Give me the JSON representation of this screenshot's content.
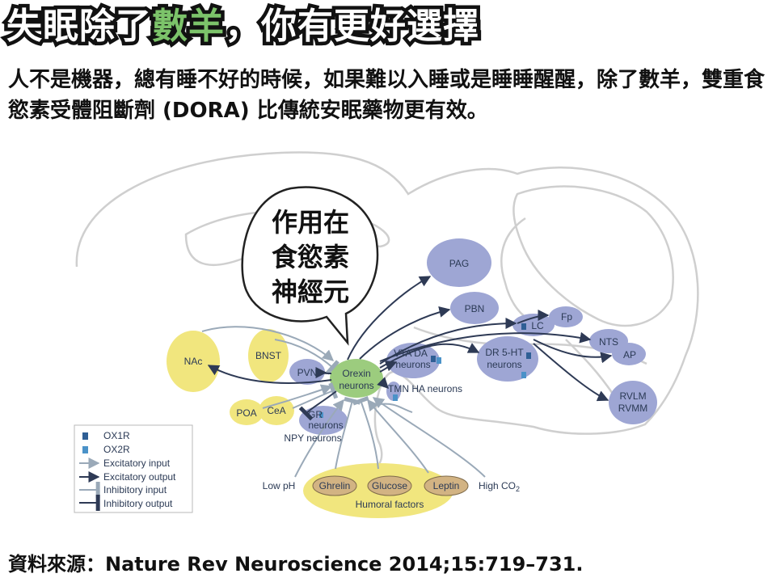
{
  "title": {
    "part1": "失眠除了",
    "highlight": "數羊",
    "part2": "，你有更好選擇"
  },
  "intro": "人不是機器，總有睡不好的時候，如果難以入睡或是睡睡醒醒，除了數羊，雙重食慾素受體阻斷劑 (DORA) 比傳統安眠藥物更有效。",
  "bubble": {
    "line1": "作用在",
    "line2": "食慾素",
    "line3": "神經元"
  },
  "nodes": {
    "orexin_1": "Orexin",
    "orexin_2": "neurons",
    "nac": "NAc",
    "bnst": "BNST",
    "pvn": "PVN",
    "poa": "POA",
    "cea": "CeA",
    "gr_1": "GR",
    "gr_2": "neurons",
    "npy": "NPY neurons",
    "pag": "PAG",
    "pbn": "PBN",
    "vta_1": "VTA DA",
    "vta_2": "neurons",
    "tmn": "TMN HA neurons",
    "dr_1": "DR 5-HT",
    "dr_2": "neurons",
    "lc": "LC",
    "fp": "Fp",
    "nts": "NTS",
    "ap": "AP",
    "rvlm_1": "RVLM",
    "rvlm_2": "RVMM"
  },
  "inputs": {
    "low_ph": "Low pH",
    "ghrelin": "Ghrelin",
    "glucose": "Glucose",
    "leptin": "Leptin",
    "high_co2": "High CO",
    "co2_sub": "2",
    "humoral": "Humoral factors"
  },
  "legend": [
    "OX1R",
    "OX2R",
    "Excitatory input",
    "Excitatory output",
    "Inhibitory input",
    "Inhibitory output"
  ],
  "colors": {
    "title_highlight": "#7cc36a",
    "orexin": "#9ccc7e",
    "neuron_blue": "#9ea6d4",
    "yellow": "#f1e67e",
    "brain_outline": "#cfcfcf"
  },
  "source": "資料來源：Nature Rev Neuroscience 2014;15:719–731."
}
